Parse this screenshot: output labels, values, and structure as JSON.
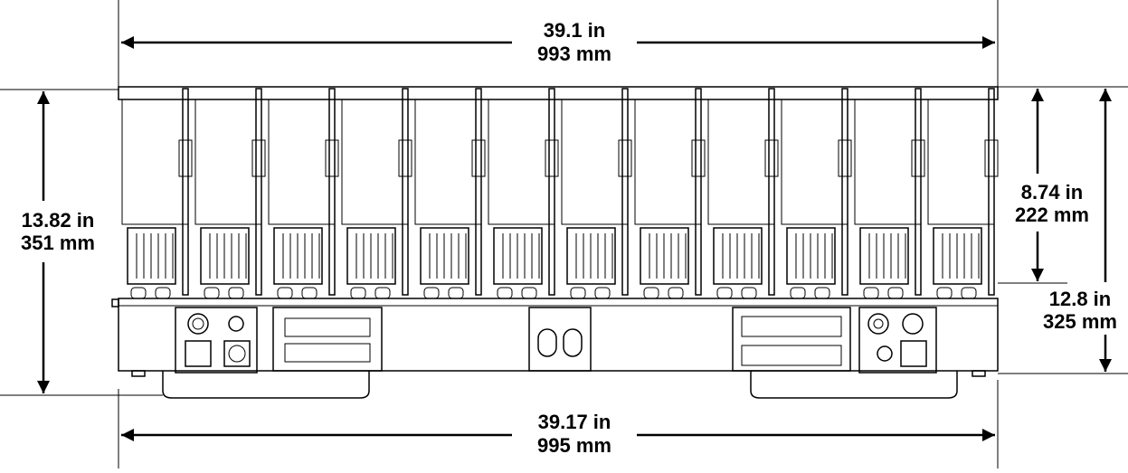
{
  "dimensions": {
    "top_width": {
      "imperial": "39.1 in",
      "metric": "993 mm"
    },
    "bottom_width": {
      "imperial": "39.17 in",
      "metric": "995 mm"
    },
    "left_height": {
      "imperial": "13.82 in",
      "metric": "351 mm"
    },
    "right_inner_height": {
      "imperial": "8.74 in",
      "metric": "222 mm"
    },
    "right_outer_height": {
      "imperial": "12.8 in",
      "metric": "325 mm"
    }
  },
  "fixture": {
    "module_count": 12,
    "colors": {
      "line": "#000000",
      "background": "#ffffff"
    }
  }
}
